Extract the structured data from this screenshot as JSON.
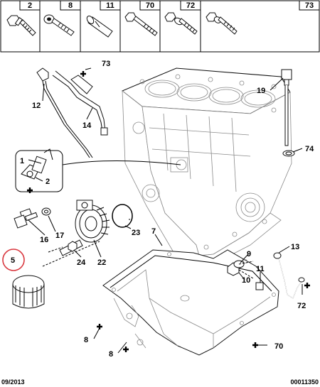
{
  "header_parts": [
    {
      "number": "2",
      "icon": "flange-bolt-icon"
    },
    {
      "number": "8",
      "icon": "socket-screw-icon"
    },
    {
      "number": "11",
      "icon": "dowel-pin-icon"
    },
    {
      "number": "70",
      "icon": "long-bolt-icon"
    },
    {
      "number": "72",
      "icon": "stud-bolt-icon"
    },
    {
      "number": "73",
      "icon": "hex-bolt-icon"
    }
  ],
  "callouts": {
    "c1": "1",
    "c2": "2",
    "c5": "5",
    "c7": "7",
    "c8a": "8",
    "c8b": "8",
    "c9": "9",
    "c10": "10",
    "c11": "11",
    "c12": "12",
    "c13": "13",
    "c14": "14",
    "c16": "16",
    "c17": "17",
    "c19": "19",
    "c22": "22",
    "c23": "23",
    "c24": "24",
    "c70": "70",
    "c72": "72",
    "c73": "73",
    "c74": "74"
  },
  "highlight_color": "#d9383f",
  "footer": {
    "date": "09/2013",
    "doc_number": "00011350"
  }
}
